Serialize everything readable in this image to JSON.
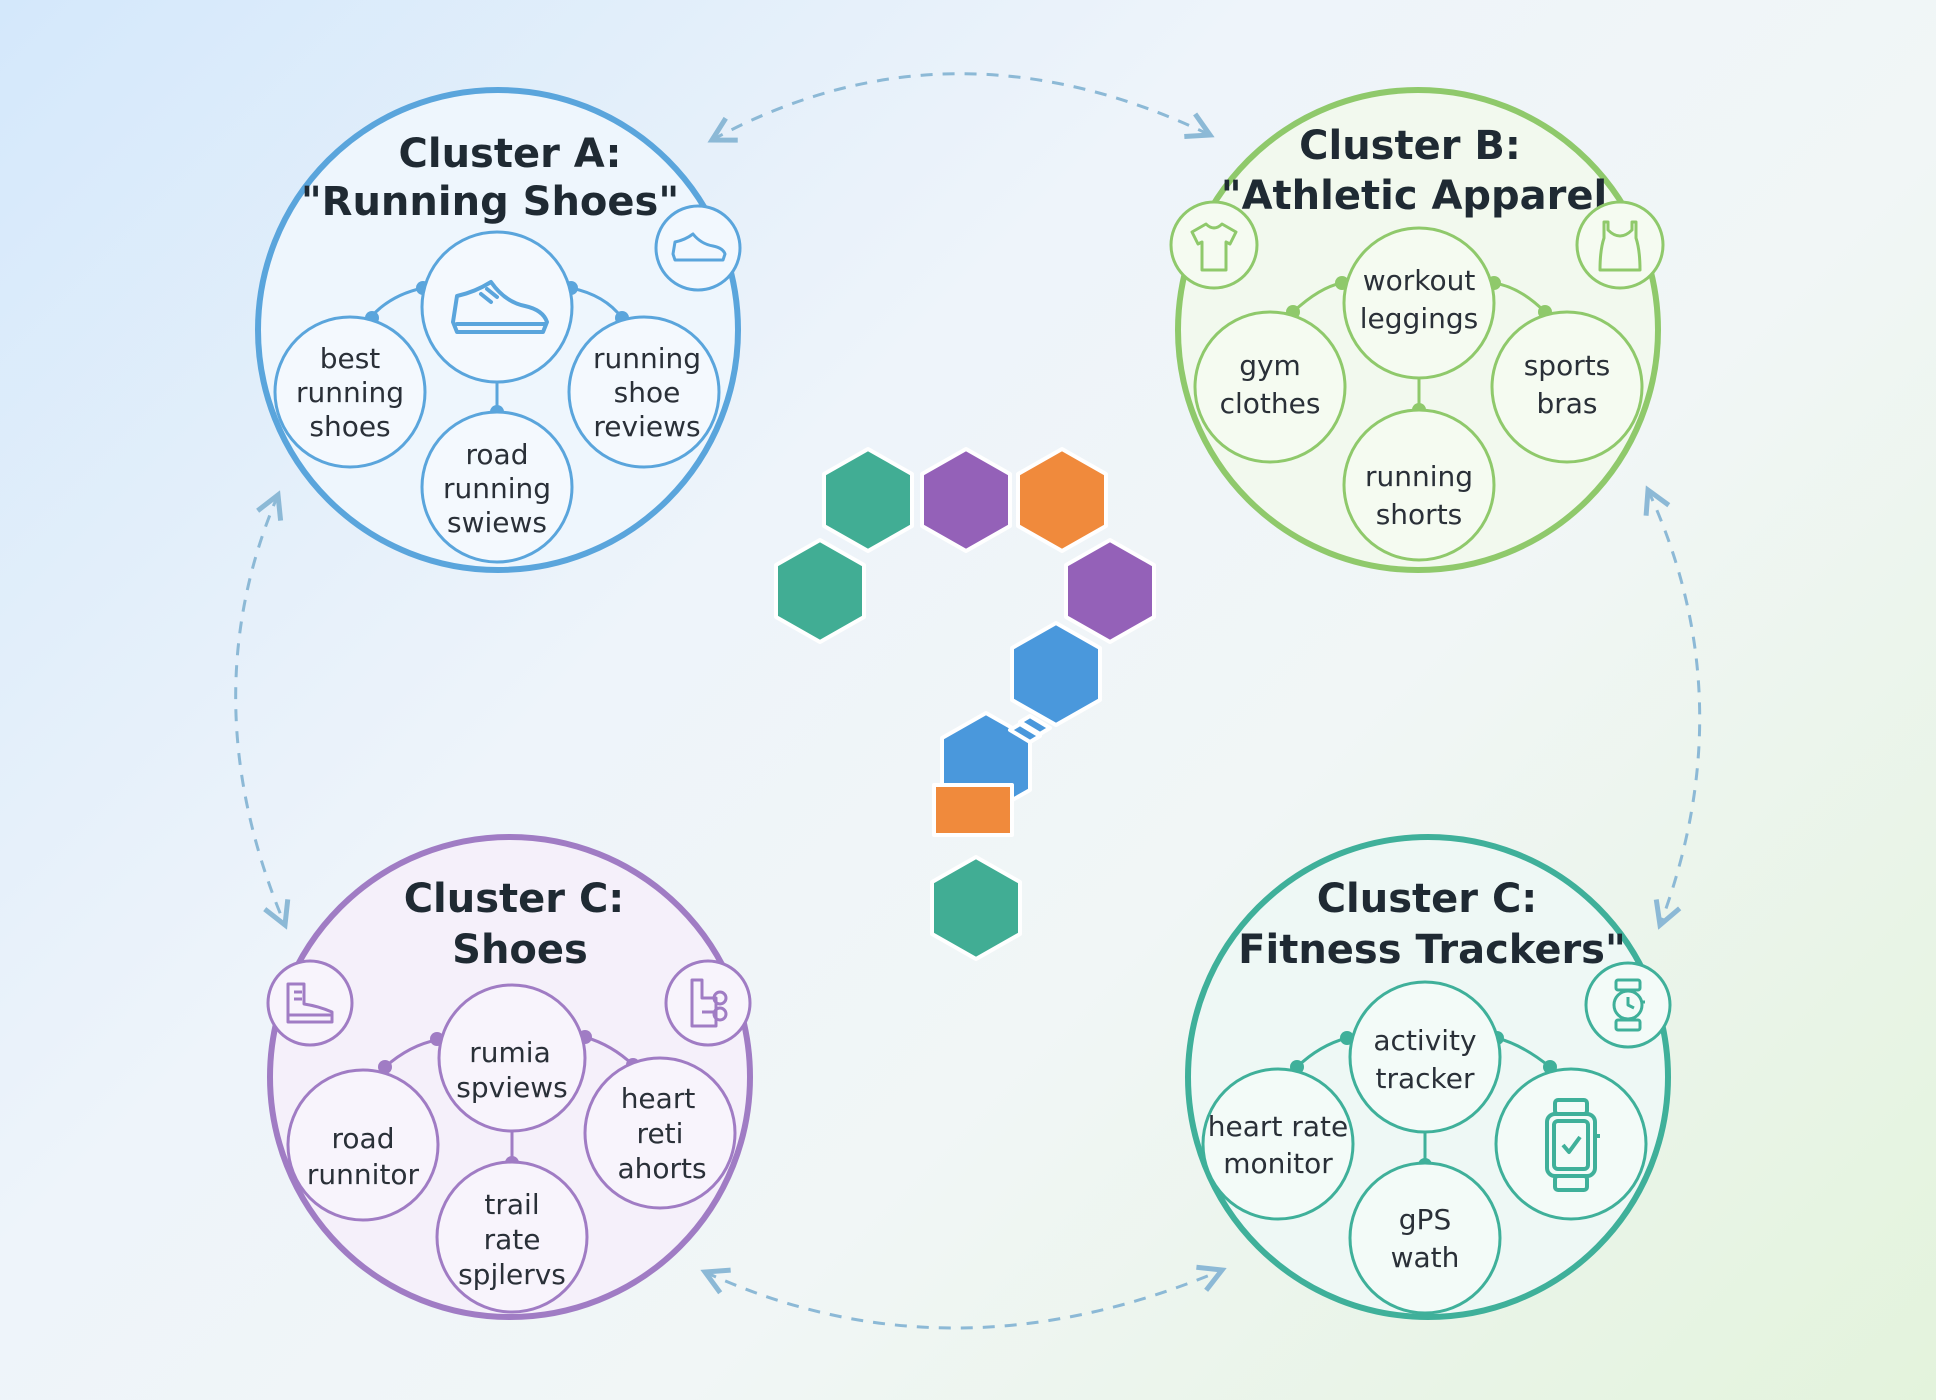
{
  "colors": {
    "cluster_a": "#5aa5dc",
    "cluster_b": "#8fc96b",
    "cluster_c_left": "#a07cc4",
    "cluster_c_right": "#3fb09a",
    "hex_teal": "#41ad94",
    "hex_purple": "#9461b8",
    "hex_orange": "#f08a3c",
    "hex_blue": "#4a98dc",
    "connector_dash": "#8cb9d6"
  },
  "clusters": [
    {
      "title_line1": "Cluster A:",
      "title_line2": "\"Running Shoes\"",
      "corner_icons": [
        "running-shoe-icon"
      ],
      "center_icon": "running-shoe-icon",
      "nodes": [
        {
          "lines": [
            "best",
            "running",
            "shoes"
          ]
        },
        {
          "lines": [
            "road",
            "running",
            "swiews"
          ]
        },
        {
          "lines": [
            "running",
            "shoe",
            "reviews"
          ]
        }
      ]
    },
    {
      "title_line1": "Cluster B:",
      "title_line2": "\"Athletic Apparel",
      "corner_icons": [
        "t-shirt-icon",
        "tank-top-icon"
      ],
      "nodes": [
        {
          "lines": [
            "workout",
            "leggings"
          ]
        },
        {
          "lines": [
            "gym",
            "clothes"
          ]
        },
        {
          "lines": [
            "running",
            "shorts"
          ]
        },
        {
          "lines": [
            "sports",
            "bras"
          ]
        }
      ]
    },
    {
      "title_line1": "Cluster C:",
      "title_line2": "Shoes",
      "corner_icons": [
        "high-top-sneaker-icon",
        "apparel-tag-icon"
      ],
      "nodes": [
        {
          "lines": [
            "rumia",
            "spviews"
          ]
        },
        {
          "lines": [
            "road",
            "runnitor"
          ]
        },
        {
          "lines": [
            "trail",
            "rate",
            "spjlervs"
          ]
        },
        {
          "lines": [
            "heart",
            "reti",
            "ahorts"
          ]
        }
      ]
    },
    {
      "title_line1": "Cluster C:",
      "title_line2": "Fitness Trackers\"",
      "corner_icons": [
        "smartwatch-icon"
      ],
      "center_icon": "smartwatch-icon",
      "nodes": [
        {
          "lines": [
            "activity",
            "tracker"
          ]
        },
        {
          "lines": [
            "heart rate",
            "monitor"
          ]
        },
        {
          "lines": [
            "gPS",
            "wath"
          ]
        }
      ]
    }
  ],
  "center_graphic": "question-mark-hexagons-icon"
}
